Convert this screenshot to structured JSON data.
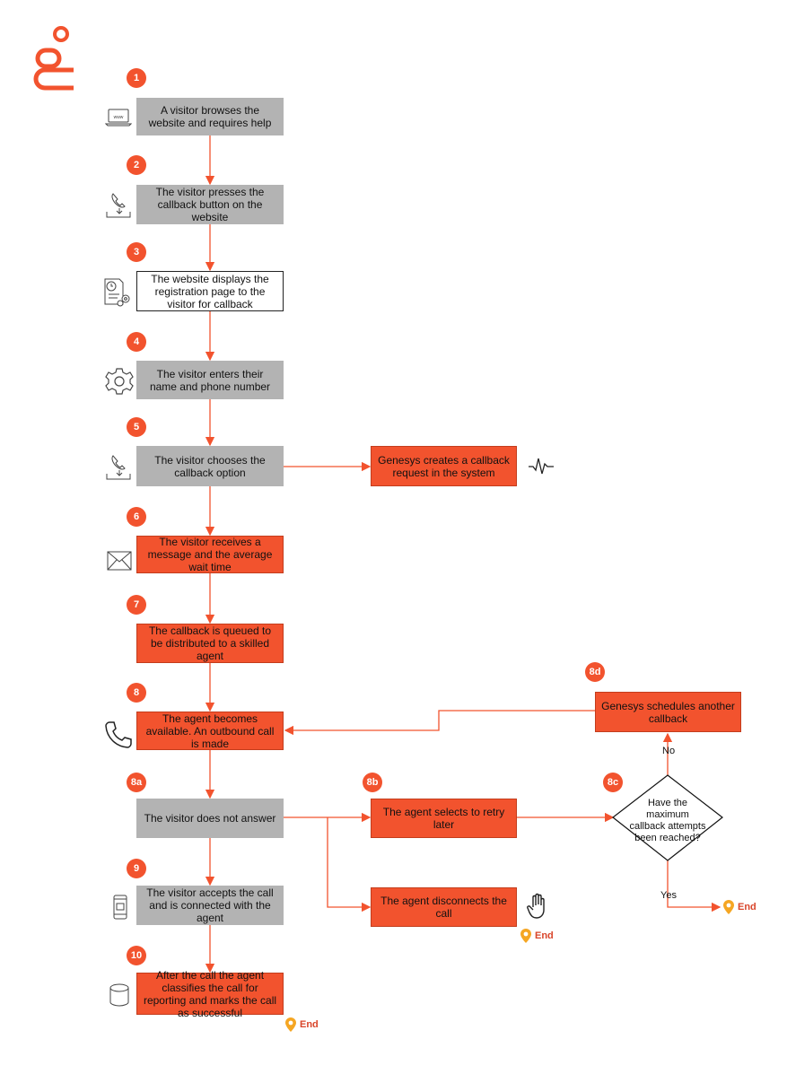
{
  "colors": {
    "accent": "#f2532e",
    "gray_box": "#b3b3b3",
    "end_label": "#d9452a"
  },
  "steps": {
    "s1": {
      "badge": "1",
      "text": "A visitor browses the website and requires help"
    },
    "s2": {
      "badge": "2",
      "text": "The visitor presses the callback button on the website"
    },
    "s3": {
      "badge": "3",
      "text": "The website displays the registration page to the visitor for callback"
    },
    "s4": {
      "badge": "4",
      "text": "The visitor enters their name and phone number"
    },
    "s5": {
      "badge": "5",
      "text": "The visitor chooses the callback option"
    },
    "s5b": {
      "text": "Genesys creates a callback request in the system"
    },
    "s6": {
      "badge": "6",
      "text": "The visitor receives a message and the average wait time"
    },
    "s7": {
      "badge": "7",
      "text": "The callback is queued to be distributed to a skilled agent"
    },
    "s8": {
      "badge": "8",
      "text": "The agent becomes available. An outbound call is made"
    },
    "s8a": {
      "badge": "8a",
      "text": "The visitor does not answer"
    },
    "s8b": {
      "badge": "8b",
      "text": "The agent selects to retry later"
    },
    "s8b2": {
      "text": "The agent disconnects the call"
    },
    "s8c": {
      "badge": "8c",
      "text": "Have the maximum callback attempts been reached?"
    },
    "s8d": {
      "badge": "8d",
      "text": "Genesys schedules another callback"
    },
    "s9": {
      "badge": "9",
      "text": "The visitor accepts the call and is connected with the agent"
    },
    "s10": {
      "badge": "10",
      "text": "After the call the agent classifies the call for reporting and marks the call as successful"
    }
  },
  "labels": {
    "no": "No",
    "yes": "Yes",
    "end": "End"
  },
  "icons": {
    "logo": "genesys-logo",
    "s1": "laptop-www-icon",
    "s2": "phone-callback-icon",
    "s3": "document-settings-icon",
    "s4": "gear-icon",
    "s5": "phone-callback-icon",
    "s5b": "pulse-icon",
    "s6": "envelope-icon",
    "s8": "phone-icon",
    "s8b2": "hand-stop-icon",
    "s9": "mobile-icon",
    "s10": "database-icon",
    "end": "location-pin-icon"
  }
}
